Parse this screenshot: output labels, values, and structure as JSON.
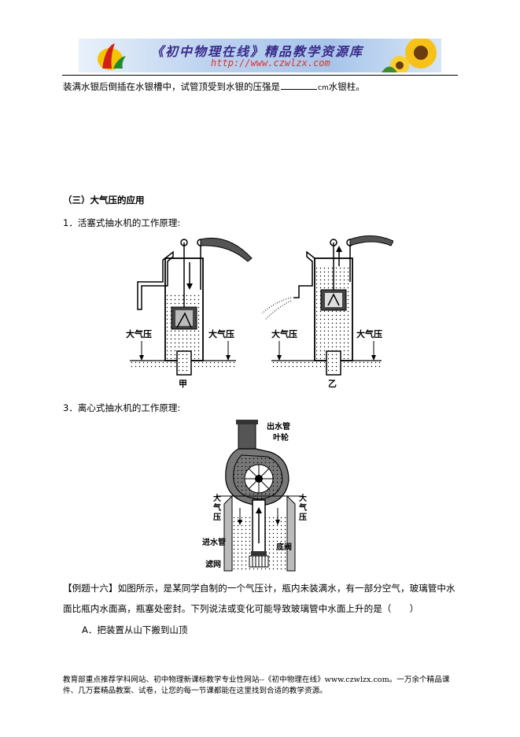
{
  "header": {
    "title": "《初中物理在线》精品教学资源库",
    "url": "http://www.czwlzx.com"
  },
  "body": {
    "intro_line_before": "装满水银后倒插在水银槽中，试管顶受到水银的压强是",
    "intro_unit": "cm",
    "intro_line_after": "水银柱。",
    "section_heading": "（三）大气压的应用",
    "item1": "1．活塞式抽水机的工作原理:",
    "item3": "3．离心式抽水机的工作原理:",
    "example_line1": "【例题十六】如图所示，是某同学自制的一个气压计，瓶内未装满水，有一部分空气，玻璃管中水",
    "example_line2": "面比瓶内水面高，瓶塞处密封。下列说法或变化可能导致玻璃管中水面上升的是（　　）",
    "option_a": "A．把装置从山下搬到山顶"
  },
  "figure_piston": {
    "atm_label": "大气压",
    "jia": "甲",
    "yi": "乙"
  },
  "figure_centrifugal": {
    "outlet": "出水管",
    "impeller": "叶轮",
    "atm_label_left": "大气压",
    "atm_label_right": "大气压",
    "inlet": "进水管",
    "bottom_valve": "底阀",
    "filter": "滤网"
  },
  "footer": {
    "line1": "教育部重点推荐学科网站、初中物理新课标教学专业性网站--《初中物理在线》www.czwlzx.com。一万余个精品课",
    "line2": "件、几万套精品教案、试卷，让您的每一节课都能在这里找到合适的教学资源。"
  },
  "colors": {
    "banner_title": "#3a2a8a",
    "banner_url": "#e03030"
  }
}
